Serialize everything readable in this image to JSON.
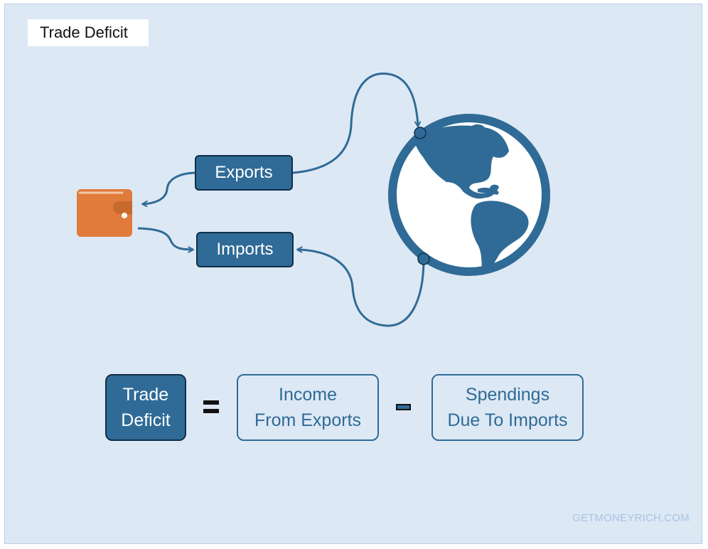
{
  "title": "Trade Deficit",
  "flow": {
    "exports_label": "Exports",
    "imports_label": "Imports"
  },
  "equation": {
    "result_line1": "Trade",
    "result_line2": "Deficit",
    "operator_equals": "=",
    "term1_line1": "Income",
    "term1_line2": "From Exports",
    "operator_minus": "-",
    "term2_line1": "Spendings",
    "term2_line2": "Due To Imports"
  },
  "watermark": "GETMONEYRICH.COM",
  "colors": {
    "primary": "#2f6b96",
    "dark_outline": "#0f2f4a",
    "wallet": "#e07b3c",
    "background": "#dde8f5",
    "watermark": "#a9c4e4"
  },
  "icons": [
    "wallet-icon",
    "globe-icon"
  ]
}
